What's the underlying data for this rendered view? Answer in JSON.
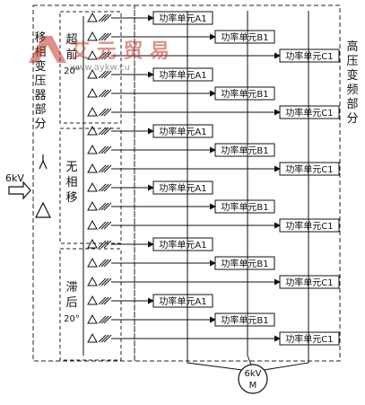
{
  "transformer_section": {
    "label_chars": [
      "移",
      "相",
      "变",
      "压",
      "器",
      "部",
      "分"
    ]
  },
  "hv_section": {
    "label_chars": [
      "高",
      "压",
      "变",
      "频",
      "部",
      "分"
    ]
  },
  "input": {
    "voltage_label": "6kV"
  },
  "groups": [
    {
      "label_chars": [
        "超",
        "前",
        "20°"
      ]
    },
    {
      "label_chars": [
        "无",
        "相",
        "移"
      ]
    },
    {
      "label_chars": [
        "滞",
        "后",
        "20°"
      ]
    }
  ],
  "power_units": [
    "功率单元A1",
    "功率单元B1",
    "功率单元C1",
    "功率单元A1",
    "功率单元B1",
    "功率单元C1",
    "功率单元A1",
    "功率单元B1",
    "功率单元C1",
    "功率单元A1",
    "功率单元B1",
    "功率单元C1",
    "功率单元A1",
    "功率单元B1",
    "功率单元C1",
    "功率单元A1",
    "功率单元B1",
    "功率单元C1"
  ],
  "motor": {
    "voltage": "6kV",
    "letter": "M"
  },
  "watermark": {
    "brand": "艾 元 贸 易",
    "url": "www.aykw.cu"
  }
}
